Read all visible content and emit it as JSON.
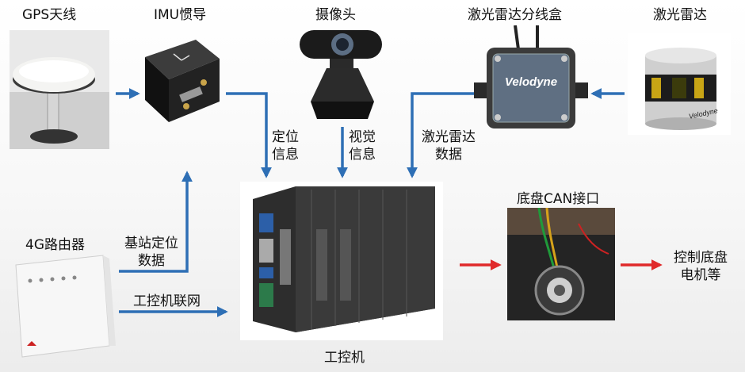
{
  "diagram": {
    "components": {
      "gps_antenna": "GPS天线",
      "imu": "IMU惯导",
      "camera": "摄像头",
      "lidar_box": "激光雷达分线盒",
      "lidar": "激光雷达",
      "router": "4G路由器",
      "ipc": "工控机",
      "chassis_can": "底盘CAN接口"
    },
    "product_brand_texts": {
      "lidar_box_brand": "Velodyne",
      "lidar_brand": "Velodyne"
    },
    "flows": {
      "positioning_info": [
        "定位",
        "信息"
      ],
      "visual_info": [
        "视觉",
        "信息"
      ],
      "lidar_data": [
        "激光雷达",
        "数据"
      ],
      "base_station_data": [
        "基站定位",
        "数据"
      ],
      "ipc_network": "工控机联网",
      "chassis_output": [
        "控制底盘",
        "电机等"
      ]
    },
    "colors": {
      "arrow_blue": "#2e6fb5",
      "arrow_red": "#e0292a"
    }
  }
}
